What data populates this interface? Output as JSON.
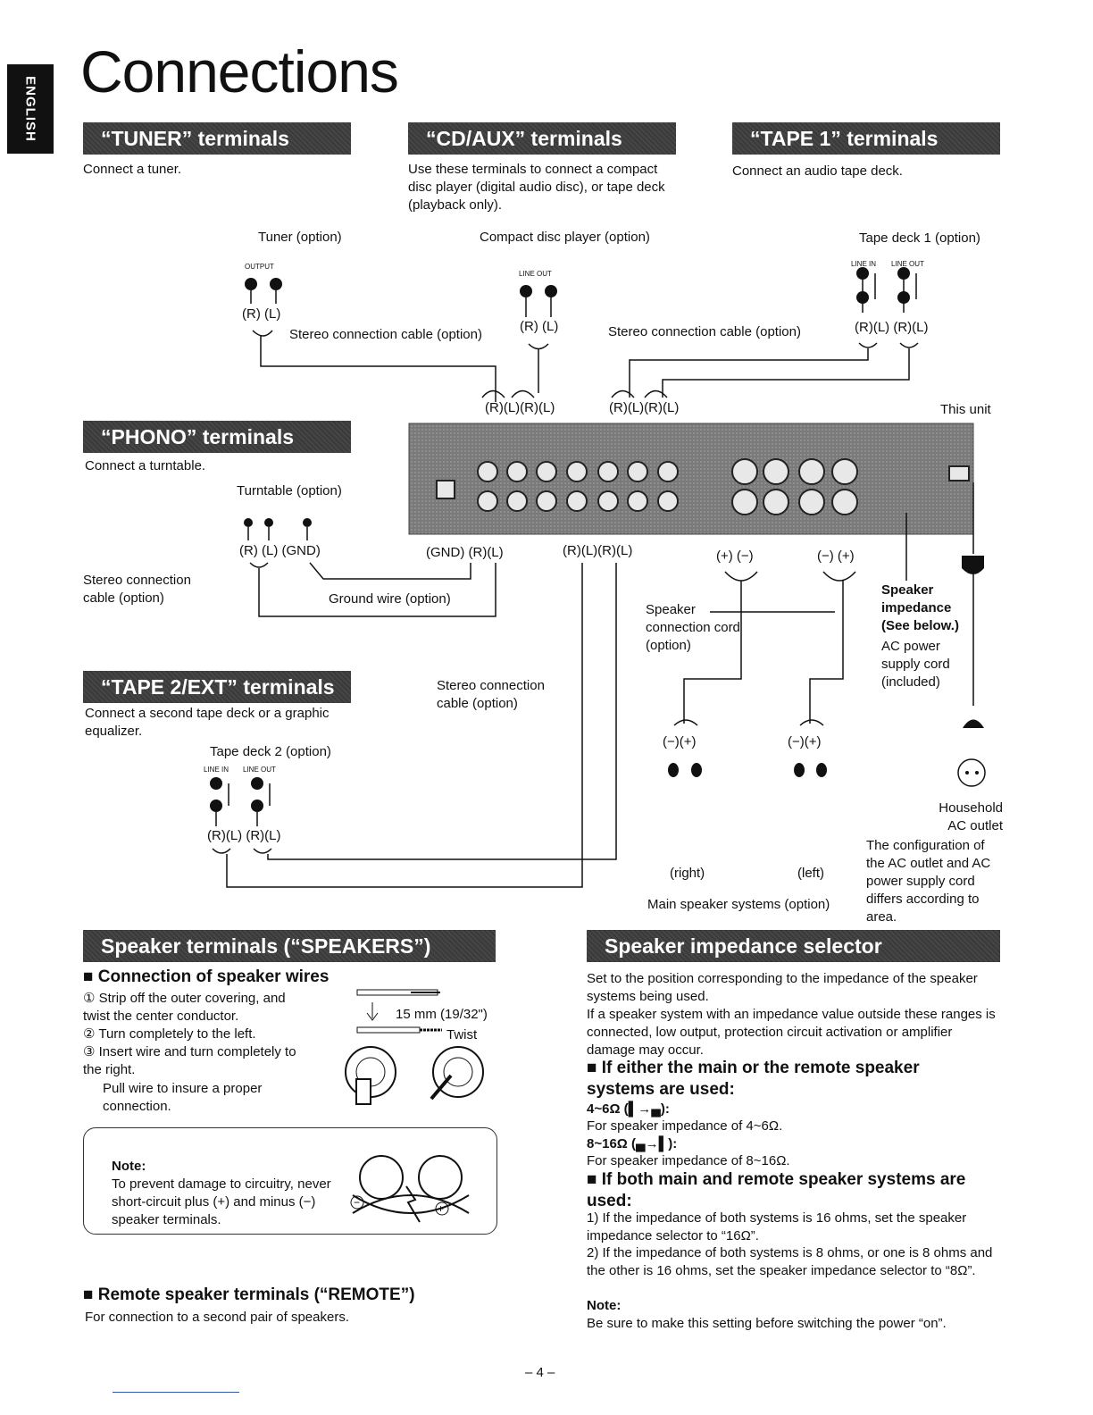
{
  "side_tab": "ENGLISH",
  "page_title": "Connections",
  "sections": {
    "tuner": {
      "header": "“TUNER” terminals",
      "desc": "Connect a tuner.",
      "device": "Tuner (option)",
      "output": "OUTPUT",
      "rl": "(R) (L)"
    },
    "cdaux": {
      "header": "“CD/AUX” terminals",
      "desc": "Use these terminals to connect a compact disc player (digital audio disc), or tape deck (playback only).",
      "device": "Compact disc player (option)",
      "line_out": "LINE OUT",
      "rl": "(R) (L)"
    },
    "tape1": {
      "header": "“TAPE 1” terminals",
      "desc": "Connect an audio tape deck.",
      "device": "Tape deck 1 (option)",
      "line_in": "LINE IN",
      "line_out": "LINE OUT",
      "rl": "(R)(L) (R)(L)"
    },
    "phono": {
      "header": "“PHONO” terminals",
      "desc": "Connect a turntable.",
      "device": "Turntable (option)",
      "rl": "(R) (L) (GND)",
      "cable": "Stereo connection cable (option)",
      "ground": "Ground wire (option)"
    },
    "tape2": {
      "header": "“TAPE 2/EXT” terminals",
      "desc": "Connect a second tape deck or a graphic equalizer.",
      "device": "Tape deck 2 (option)",
      "line_in": "LINE IN",
      "line_out": "LINE OUT",
      "rl": "(R)(L) (R)(L)"
    }
  },
  "diagram": {
    "cable_tuner": "Stereo connection cable (option)",
    "cable_tape1": "Stereo connection cable (option)",
    "cable_tape2": "Stereo connection cable (option)",
    "this_unit": "This unit",
    "unit_top_left": "(R)(L)(R)(L)",
    "unit_top_right": "(R)(L)(R)(L)",
    "unit_bottom_gnd": "(GND) (R)(L)",
    "unit_bottom_tape": "(R)(L)(R)(L)",
    "spk_plus_minus_1": "(+) (−)",
    "spk_plus_minus_2": "(−) (+)",
    "spk_cord": "Speaker connection cord (option)",
    "spk_impedance": "Speaker impedance (See below.)",
    "ac_cord": "AC power supply cord (included)",
    "spk_right_pm": "(−)(+)",
    "spk_left_pm": "(−)(+)",
    "right": "(right)",
    "left": "(left)",
    "main_speakers": "Main speaker systems (option)",
    "outlet": "Household AC outlet",
    "outlet_note": "The configuration of the AC outlet and AC power supply cord differs according to area."
  },
  "speaker_terminals": {
    "header": "Speaker terminals (“SPEAKERS”)",
    "sub": "■ Connection of speaker wires",
    "steps": [
      "① Strip off the outer covering, and twist the center conductor.",
      "② Turn completely to the left.",
      "③ Insert wire and turn completely to the right."
    ],
    "pull": "Pull wire to insure a proper connection.",
    "length": "15 mm (19/32\")",
    "twist": "Twist",
    "note_label": "Note:",
    "note_text": "To prevent damage to circuitry, never short-circuit plus (+) and minus (−) speaker terminals.",
    "remote_sub": "■ Remote speaker terminals (“REMOTE”)",
    "remote_desc": "For connection to a second pair of speakers."
  },
  "impedance": {
    "header": "Speaker impedance selector",
    "intro": "Set to the position corresponding to the impedance of the speaker systems being used.",
    "warn": "If a speaker system with an impedance value outside these ranges is connected, low output, protection circuit activation or amplifier damage may occur.",
    "sub1": "■ If either the main or the remote speaker systems are used:",
    "opt1_label": "4~6Ω (▌→▄):",
    "opt1_desc": "For speaker impedance of 4~6Ω.",
    "opt2_label": "8~16Ω (▄→▌):",
    "opt2_desc": "For speaker impedance of 8~16Ω.",
    "sub2": "■ If both main and remote speaker systems are used:",
    "item1": "1) If the impedance of both systems is 16 ohms, set the speaker impedance selector to “16Ω”.",
    "item2": "2) If the impedance of both systems is 8 ohms, or one is 8 ohms and the other is 16 ohms, set the speaker impedance selector to “8Ω”.",
    "note_label": "Note:",
    "note_text": "Be sure to make this setting before switching the power “on”."
  },
  "page_number": "– 4 –"
}
